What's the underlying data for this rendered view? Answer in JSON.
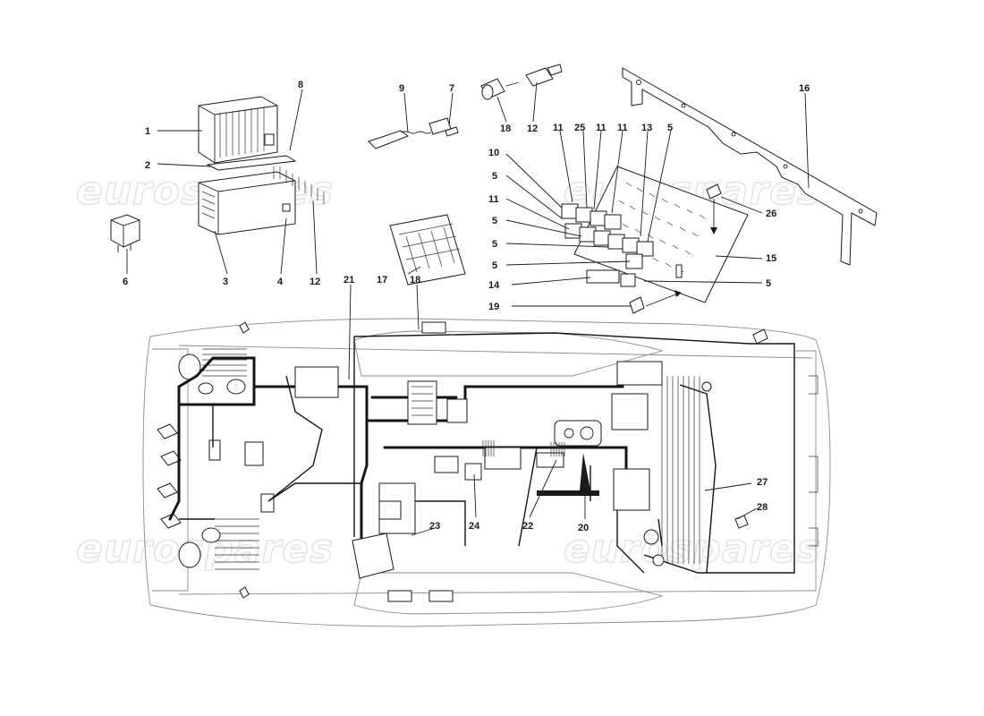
{
  "watermark": {
    "text": "eurospares"
  },
  "callouts": {
    "c1": "1",
    "c2": "2",
    "c3": "3",
    "c4": "4",
    "c5": "5",
    "c6": "6",
    "c7": "7",
    "c8": "8",
    "c9": "9",
    "c10": "10",
    "c11": "11",
    "c12": "12",
    "c13": "13",
    "c14": "14",
    "c15": "15",
    "c16": "16",
    "c17": "17",
    "c18": "18",
    "c19": "19",
    "c20": "20",
    "c21": "21",
    "c22": "22",
    "c23": "23",
    "c24": "24",
    "c25": "25",
    "c26": "26",
    "c27": "27",
    "c28": "28"
  }
}
